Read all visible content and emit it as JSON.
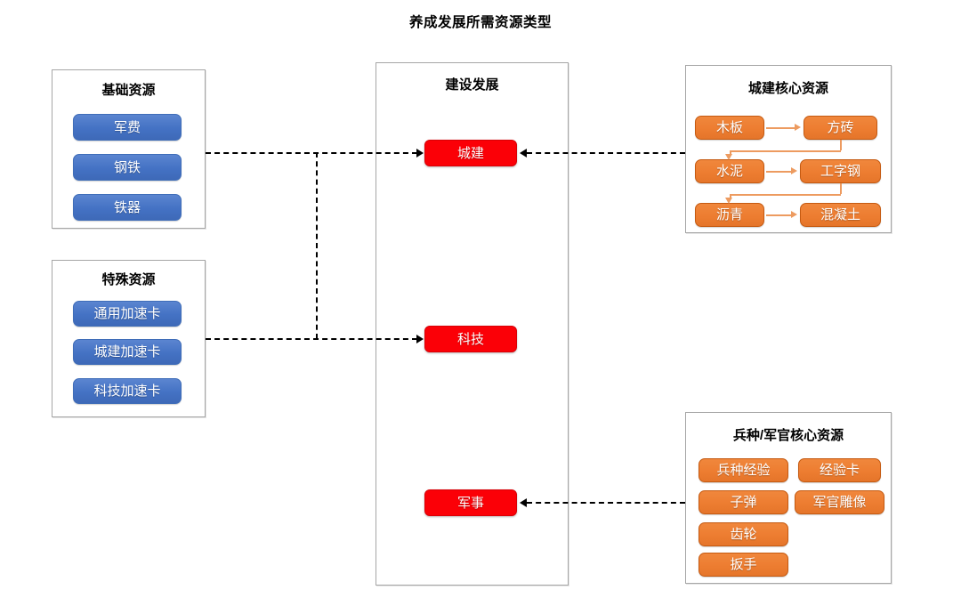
{
  "title": "养成发展所需资源类型",
  "panels": {
    "basic": {
      "title": "基础资源",
      "items": [
        {
          "label": "军费"
        },
        {
          "label": "钢铁"
        },
        {
          "label": "铁器"
        }
      ]
    },
    "special": {
      "title": "特殊资源",
      "items": [
        {
          "label": "通用加速卡"
        },
        {
          "label": "城建加速卡"
        },
        {
          "label": "科技加速卡"
        }
      ]
    },
    "development": {
      "title": "建设发展",
      "items": [
        {
          "label": "城建"
        },
        {
          "label": "科技"
        },
        {
          "label": "军事"
        }
      ]
    },
    "city_core": {
      "title": "城建核心资源",
      "items": [
        {
          "label": "木板"
        },
        {
          "label": "方砖"
        },
        {
          "label": "水泥"
        },
        {
          "label": "工字钢"
        },
        {
          "label": "沥青"
        },
        {
          "label": "混凝土"
        }
      ]
    },
    "military_core": {
      "title": "兵种/军官核心资源",
      "items_left": [
        {
          "label": "兵种经验"
        },
        {
          "label": "子弹"
        },
        {
          "label": "齿轮"
        },
        {
          "label": "扳手"
        }
      ],
      "items_right": [
        {
          "label": "经验卡"
        },
        {
          "label": "军官雕像"
        }
      ]
    }
  },
  "colors": {
    "blue": "#4472C4",
    "orange": "#ED7D31",
    "red": "#FB0007",
    "panel_border": "#A6A6A6",
    "connector": "#000000",
    "orange_connector": "#ED9B60"
  }
}
